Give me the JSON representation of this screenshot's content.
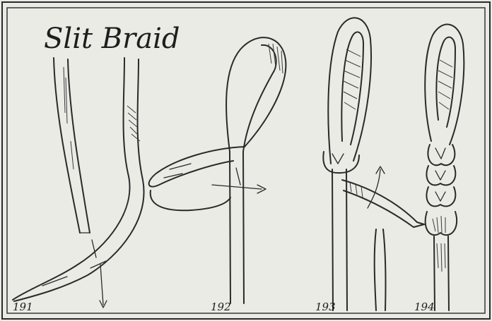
{
  "title": "Slit Braid",
  "figures": [
    {
      "number": "191"
    },
    {
      "number": "192"
    },
    {
      "number": "193"
    },
    {
      "number": "194"
    }
  ]
}
